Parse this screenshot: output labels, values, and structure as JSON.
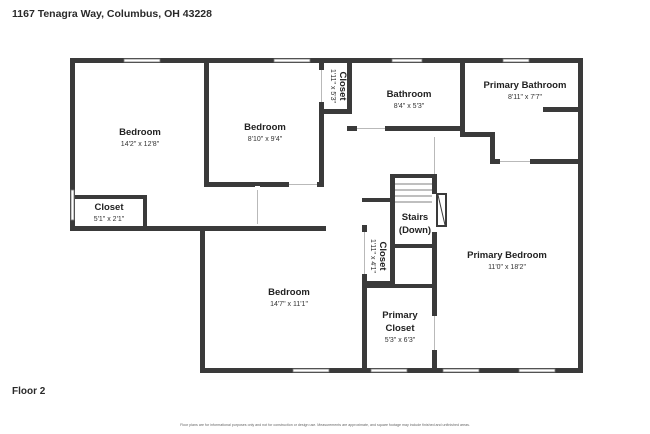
{
  "address": "1167 Tenagra Way, Columbus, OH 43228",
  "floor_label": "Floor 2",
  "disclaimer": "Floor plans are for informational purposes only and not for construction or design use. Measurements are approximate, and square footage may include finished and unfinished areas.",
  "rooms": {
    "bedroom_nw": {
      "name": "Bedroom",
      "dim": "14'2\" x 12'8\""
    },
    "closet_nw": {
      "name": "Closet",
      "dim": "5'1\" x 2'1\""
    },
    "bedroom_mid": {
      "name": "Bedroom",
      "dim": "8'10\" x 9'4\""
    },
    "closet_small": {
      "name": "Closet",
      "dim": "1'11\" x 5'3\""
    },
    "bathroom": {
      "name": "Bathroom",
      "dim": "8'4\" x 5'3\""
    },
    "primary_bathroom": {
      "name": "Primary Bathroom",
      "dim": "8'11\" x 7'7\""
    },
    "stairs": {
      "name_line1": "Stairs",
      "name_line2": "(Down)"
    },
    "closet_hall": {
      "name": "Closet",
      "dim": "1'11\" x 4'1\""
    },
    "bedroom_sw": {
      "name": "Bedroom",
      "dim": "14'7\" x 11'1\""
    },
    "primary_closet": {
      "name_line1": "Primary",
      "name_line2": "Closet",
      "dim": "5'3\" x 6'3\""
    },
    "primary_bedroom": {
      "name": "Primary Bedroom",
      "dim": "11'0\" x 18'2\""
    }
  }
}
